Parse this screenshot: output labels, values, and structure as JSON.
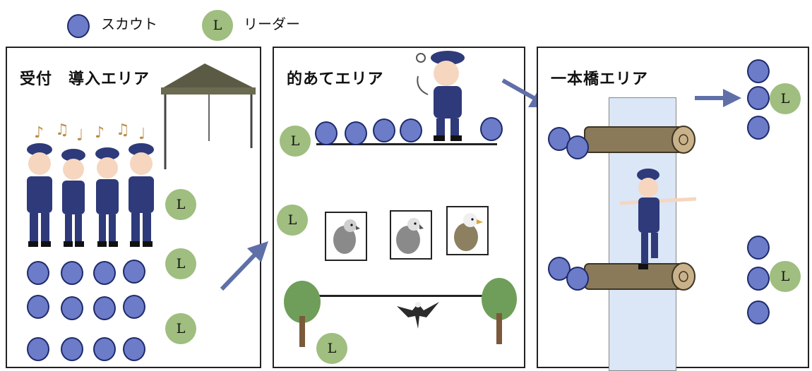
{
  "legend": {
    "scout_label": "スカウト",
    "leader_symbol": "L",
    "leader_label": "リーダー"
  },
  "panels": [
    {
      "title": "受付　導入エリア"
    },
    {
      "title": "的あてエリア"
    },
    {
      "title": "一本橋エリア"
    }
  ],
  "leader_symbol": "L",
  "colors": {
    "scout": "#6d7cc9",
    "leader": "#9fbe7f",
    "arrow": "#5f6fa8",
    "bridge_bg": "#dbe6f7",
    "log": "#8a7a5a"
  },
  "icons": [
    "tent-icon",
    "music-note-icon",
    "scout-child-icon",
    "parrot-target-icon",
    "eagle-target-icon",
    "tree-icon",
    "flying-eagle-icon",
    "log-icon",
    "arrow-icon"
  ]
}
